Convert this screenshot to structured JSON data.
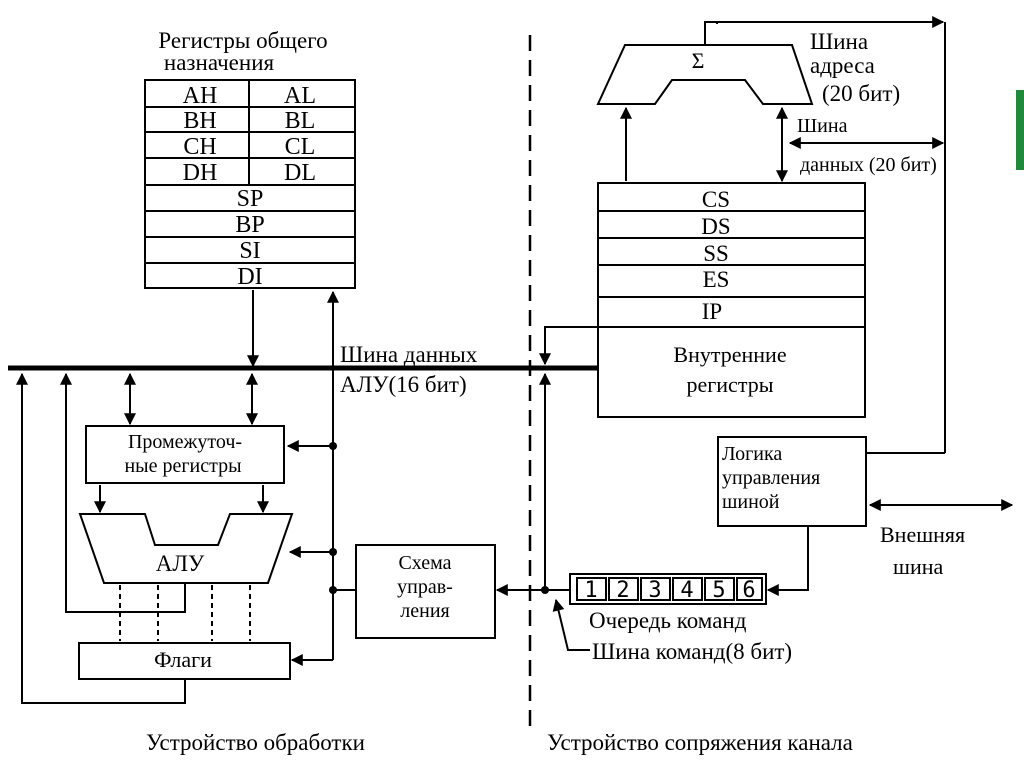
{
  "gpr_title": [
    "Регистры общего",
    "назначения"
  ],
  "gpr_pairs": [
    [
      "AH",
      "AL"
    ],
    [
      "BH",
      "BL"
    ],
    [
      "CH",
      "CL"
    ],
    [
      "DH",
      "DL"
    ]
  ],
  "gpr_single": [
    "SP",
    "BP",
    "SI",
    "DI"
  ],
  "seg_regs": [
    "CS",
    "DS",
    "SS",
    "ES"
  ],
  "ip": "IP",
  "internal_regs": [
    "Внутренние",
    "регистры"
  ],
  "sigma": "Σ",
  "address_bus": [
    "Шина",
    "адреса",
    "(20 бит)"
  ],
  "data_bus_20": [
    "Шина",
    "данных (20 бит)"
  ],
  "alu_bus": [
    "Шина данных",
    "АЛУ(16 бит)"
  ],
  "intermediate_regs": [
    "Промежуточ-",
    "ные регистры"
  ],
  "alu": "АЛУ",
  "flags": "Флаги",
  "control": [
    "Схема",
    "управ-",
    "ления"
  ],
  "bus_logic": [
    "Логика",
    "управления",
    "шиной"
  ],
  "external_bus": [
    "Внешняя",
    "шина"
  ],
  "queue_cells": [
    "1",
    "2",
    "3",
    "4",
    "5",
    "6"
  ],
  "queue_label": "Очередь команд",
  "cmd_bus": "Шина команд(8 бит)",
  "eu": "Устройство обработки",
  "biu": "Устройство сопряжения канала",
  "colors": {
    "ink": "#000000",
    "paper": "#ffffff",
    "accent_edge": "#1e8a3a"
  }
}
